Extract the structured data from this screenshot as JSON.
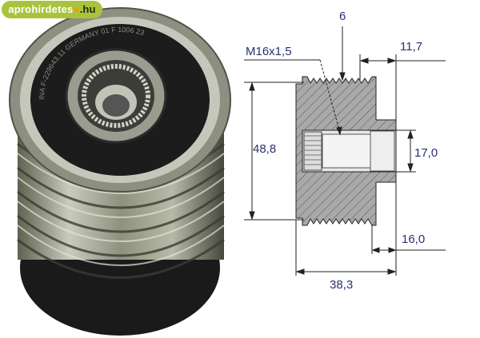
{
  "watermark": {
    "name": "aprohirdetes",
    "dot": "●",
    "tld": ".hu"
  },
  "photo": {
    "marking": "INA F-229643.11 GERMANY 01 F 1006 23"
  },
  "drawing": {
    "thread": "M16x1,5",
    "grooves": "6",
    "hub_length": "11,7",
    "outer_diameter": "48,8",
    "bore_diameter": "17,0",
    "hub_width": "16,0",
    "total_length": "38,3"
  }
}
